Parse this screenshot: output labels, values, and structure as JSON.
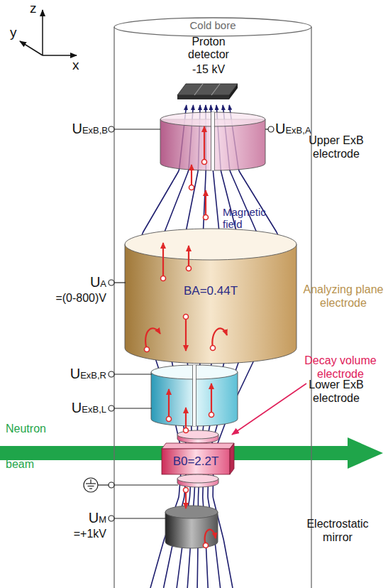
{
  "diagram": {
    "nodes": [
      {
        "text": [
          "Cold bore"
        ]
      },
      {
        "text": [
          "Proton detector",
          "-15 kV"
        ],
        "in": 0
      },
      {
        "text": [
          "Upper ExB electrode"
        ],
        "in": 0
      },
      {
        "text": [
          "BA=0.44T",
          "Analyzing plane electrode"
        ],
        "in": 0
      },
      {
        "text": [
          "Lower ExB electrode"
        ],
        "in": 0
      },
      {
        "text": [
          "B0=2.2T",
          "Decay volume electrode"
        ],
        "in": 0
      },
      {
        "text": [
          "Electrostatic mirror"
        ],
        "in": 0
      }
    ],
    "labels": [
      "z",
      "y",
      "x",
      "UExB,B",
      "UExB,A",
      "Magnetic field",
      "UA",
      "=(0-800)V",
      "UExB,R",
      "UExB,L",
      "Neutron beam",
      "UM",
      "=+1kV"
    ]
  }
}
